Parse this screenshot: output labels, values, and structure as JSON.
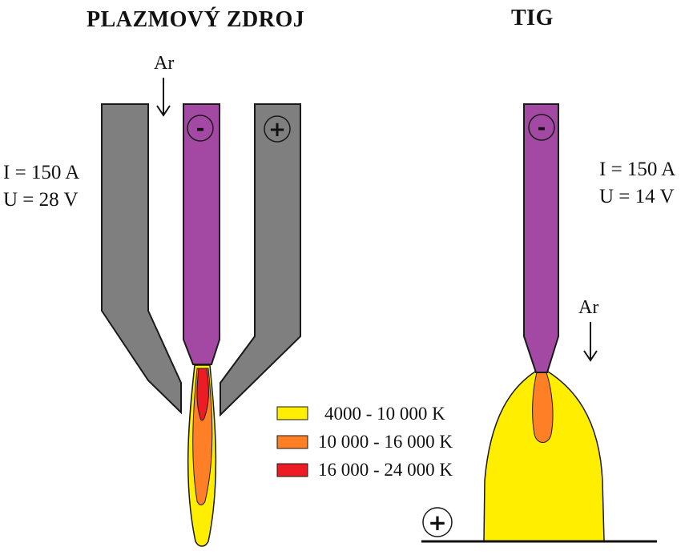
{
  "plasma": {
    "title": "PLAZMOVÝ ZDROJ",
    "current": "I = 150 A",
    "voltage": "U = 28 V",
    "gas": "Ar",
    "cathode_sign": "-",
    "anode_sign": "+"
  },
  "tig": {
    "title": "TIG",
    "current": "I = 150 A",
    "voltage": "U = 14 V",
    "gas": "Ar",
    "electrode_sign": "-",
    "workpiece_sign": "+"
  },
  "legend": [
    {
      "label": "4000 - 10 000 K",
      "color": "#ffee00"
    },
    {
      "label": "10 000 - 16 000 K",
      "color": "#ff7f27"
    },
    {
      "label": "16 000 - 24 000 K",
      "color": "#ed1c24"
    }
  ],
  "colors": {
    "nozzle": "#7f7f7f",
    "electrode": "#a349a4",
    "outline": "#1a1a1a"
  }
}
